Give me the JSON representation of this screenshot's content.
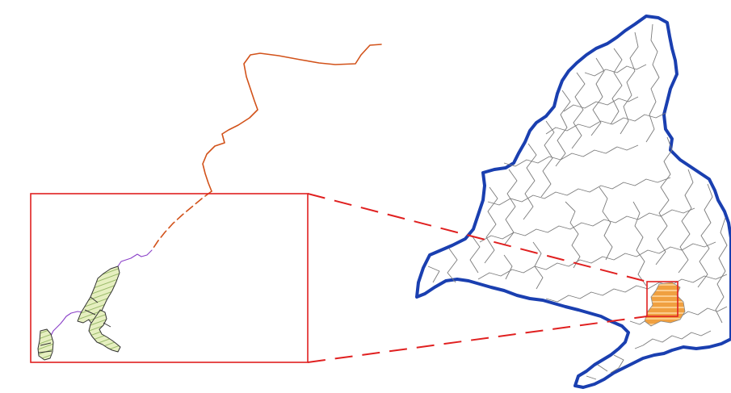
{
  "colors": {
    "background": "#ffffff",
    "region_border": "#1a3fb0",
    "municipal_lines": "#7a7a7a",
    "highlight_frame": "#e02020",
    "connector": "#e02020",
    "route_primary": "#d2521a",
    "route_secondary": "#8a3fc8",
    "parcel_fill": "#e6efc0",
    "parcel_hatch": "#9aba6a",
    "parcel_stroke": "#333333",
    "highlight_fill": "#f0a040",
    "highlight_hatch": "#ffd7a0"
  },
  "icons": [
    "inset-frame",
    "zoom-connector",
    "region-outline",
    "municipal-grid",
    "highlighted-area"
  ]
}
